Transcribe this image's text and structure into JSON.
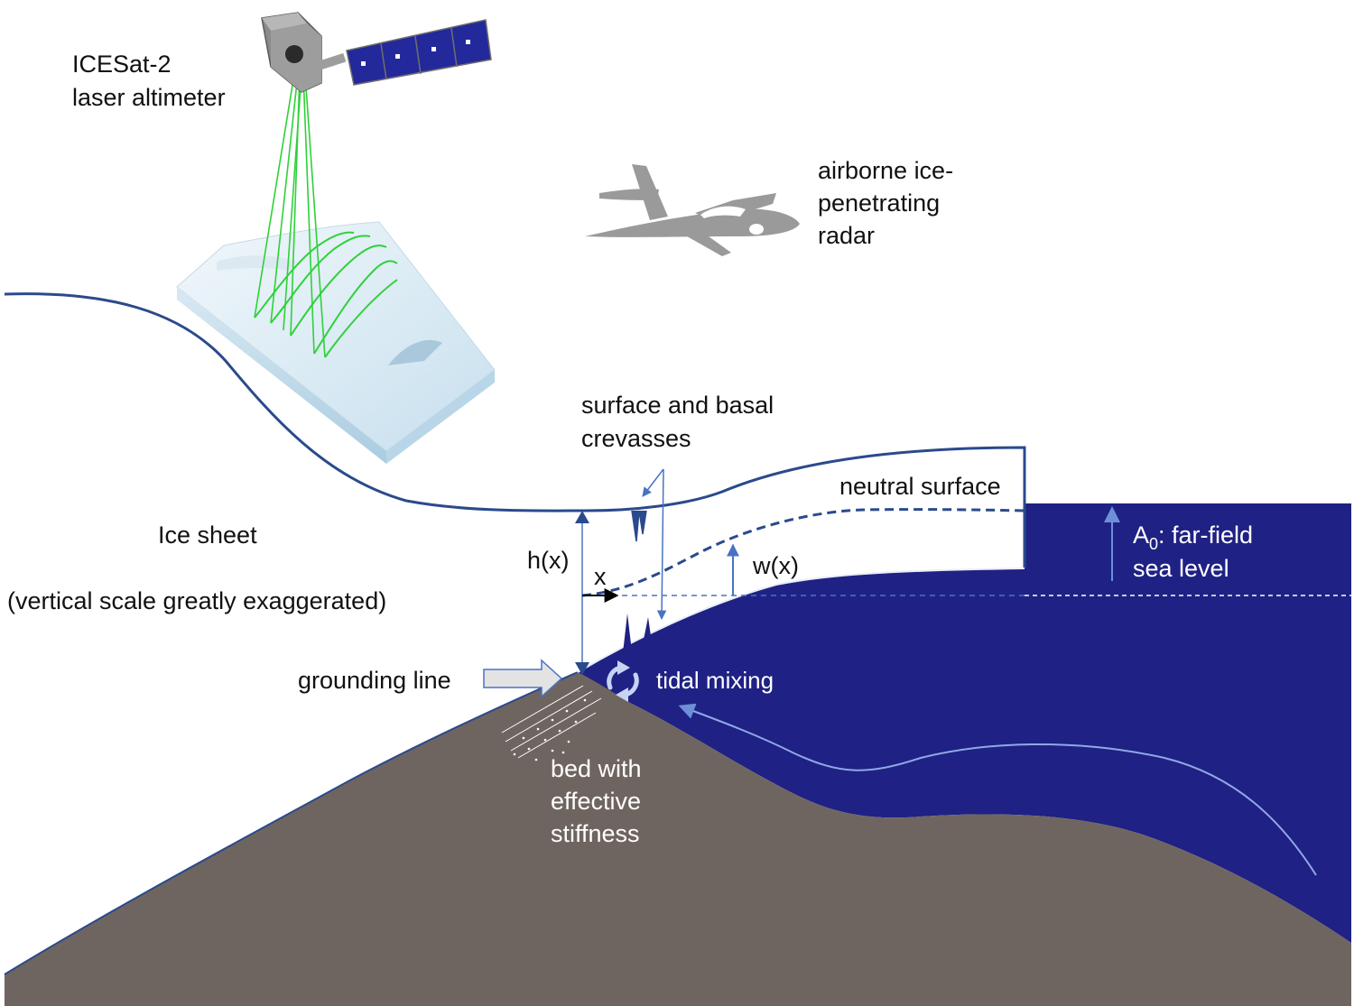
{
  "labels": {
    "satellite_line1": "ICESat-2",
    "satellite_line2": "laser altimeter",
    "aircraft_line1": "airborne ice-",
    "aircraft_line2": "penetrating",
    "aircraft_line3": "radar",
    "crevasses_line1": "surface and basal",
    "crevasses_line2": "crevasses",
    "neutral_surface": "neutral surface",
    "ice_sheet": "Ice sheet",
    "scale_note": "(vertical scale greatly exaggerated)",
    "thickness": "h(x)",
    "x_axis": "x",
    "deflection": "w(x)",
    "sea_level_symbol": "A",
    "sea_level_subscript": "0",
    "sea_level_line1": ": far-field",
    "sea_level_line2": "sea level",
    "grounding_line": "grounding line",
    "tidal_mixing": "tidal mixing",
    "bed_line1": "bed with",
    "bed_line2": "effective",
    "bed_line3": "stiffness"
  },
  "colors": {
    "ocean": "#1f2184",
    "bed": "#6f6560",
    "ice_outline": "#2a4a8c",
    "arrow_blue": "#4a72c4",
    "laser_green": "#2fd13a",
    "aircraft_gray": "#9a9a9a",
    "solar_panel": "#23299a"
  },
  "icons": {
    "satellite": "satellite-icon",
    "aircraft": "airplane-icon",
    "tidal_mixing": "circular-arrows-icon",
    "grounding_line_arrow": "block-arrow-right-icon"
  }
}
